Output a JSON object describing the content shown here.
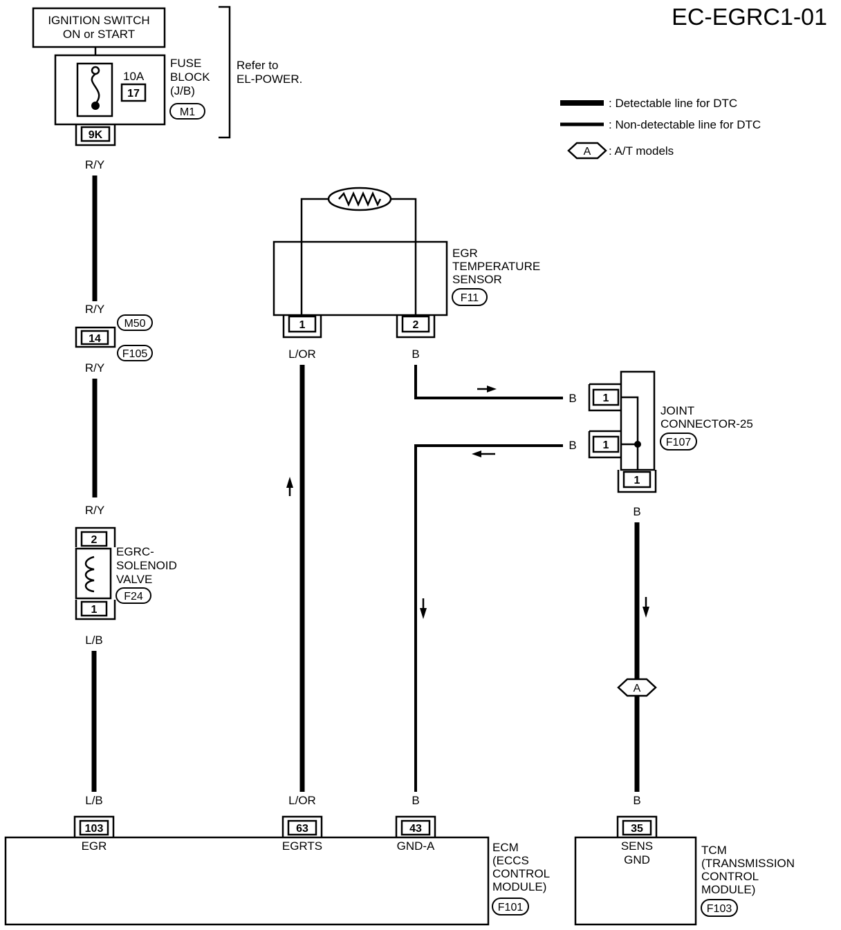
{
  "title": "EC-EGRC1-01",
  "legend": {
    "detectable": ": Detectable line for DTC",
    "non_detectable": ": Non-detectable line for DTC",
    "at_symbol": "A",
    "at_models": ": A/T models"
  },
  "ignition": {
    "line1": "IGNITION SWITCH",
    "line2": "ON or START"
  },
  "fuse_block": {
    "rating": "10A",
    "number": "17",
    "label1": "FUSE",
    "label2": "BLOCK",
    "label3": "(J/B)",
    "connector": "M1",
    "terminal": "9K"
  },
  "refer_to": {
    "line1": "Refer to",
    "line2": "EL-POWER."
  },
  "wires": {
    "ry1": "R/Y",
    "ry2": "R/Y",
    "ry3": "R/Y",
    "ry4": "R/Y",
    "lb1": "L/B",
    "lb2": "L/B",
    "lor1": "L/OR",
    "lor2": "L/OR",
    "b1": "B",
    "b2": "B",
    "b3": "B",
    "b4": "B",
    "b5": "B",
    "b6": "B"
  },
  "harness_connector": {
    "terminal": "14",
    "conn_top": "M50",
    "conn_bottom": "F105"
  },
  "egr_sensor": {
    "line1": "EGR",
    "line2": "TEMPERATURE",
    "line3": "SENSOR",
    "connector": "F11",
    "pin1": "1",
    "pin2": "2"
  },
  "solenoid": {
    "line1": "EGRC-",
    "line2": "SOLENOID",
    "line3": "VALVE",
    "connector": "F24",
    "pin_top": "2",
    "pin_bottom": "1"
  },
  "joint_connector": {
    "line1": "JOINT",
    "line2": "CONNECTOR-25",
    "connector": "F107",
    "pin_a": "1",
    "pin_b": "1",
    "pin_c": "1"
  },
  "ecm": {
    "line1": "ECM",
    "line2": "(ECCS",
    "line3": "CONTROL",
    "line4": "MODULE)",
    "connector": "F101",
    "pins": [
      {
        "num": "103",
        "name": "EGR"
      },
      {
        "num": "63",
        "name": "EGRTS"
      },
      {
        "num": "43",
        "name": "GND-A"
      }
    ]
  },
  "tcm": {
    "line1": "TCM",
    "line2": "(TRANSMISSION",
    "line3": "CONTROL",
    "line4": "MODULE)",
    "connector": "F103",
    "pin_num": "35",
    "pin_name1": "SENS",
    "pin_name2": "GND",
    "at_symbol": "A"
  }
}
